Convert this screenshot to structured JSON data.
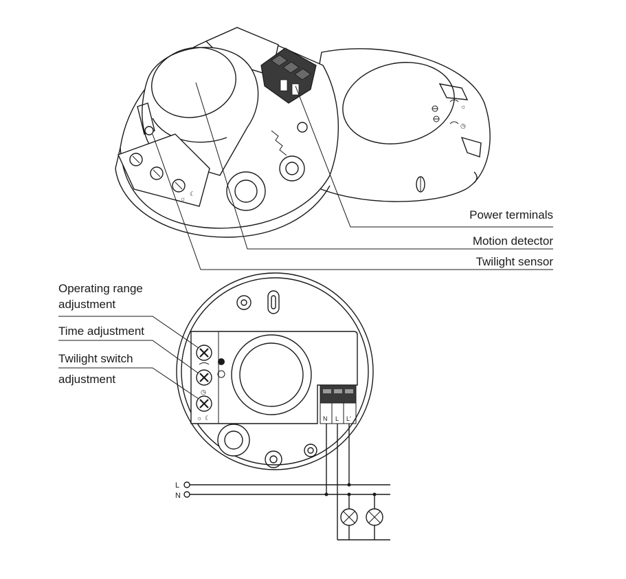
{
  "labels": {
    "power_terminals": "Power terminals",
    "motion_detector": "Motion detector",
    "twilight_sensor": "Twilight sensor",
    "operating_range_1": "Operating range",
    "operating_range_2": "adjustment",
    "time_adjustment": "Time adjustment",
    "twilight_switch_1": "Twilight switch",
    "twilight_switch_2": "adjustment"
  },
  "wiring": {
    "line_label": "L",
    "neutral_label": "N",
    "terminal_n": "N",
    "terminal_l": "L",
    "terminal_out": "L'"
  },
  "colors": {
    "line": "#1a1a1a",
    "terminal_block": "#3a3a3a",
    "background": "#ffffff"
  }
}
